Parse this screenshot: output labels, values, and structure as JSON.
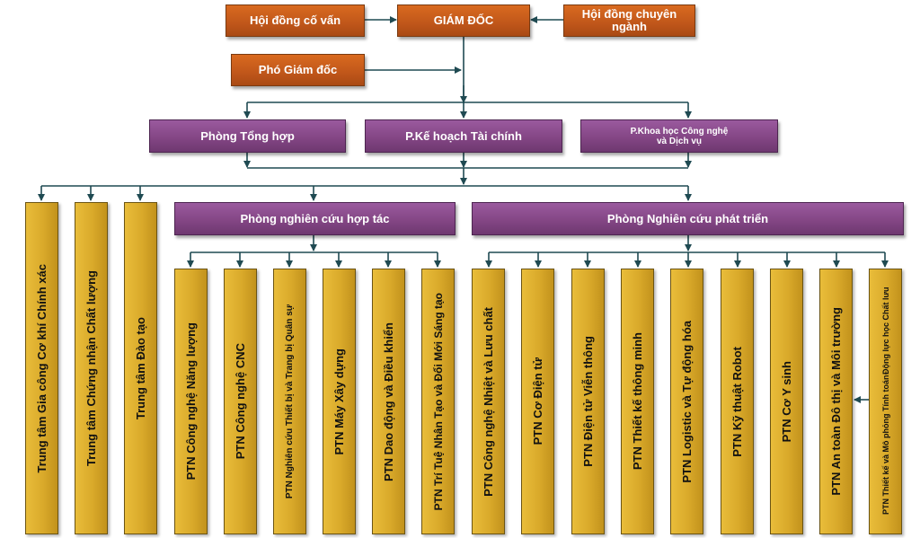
{
  "top": {
    "advisory_council": "Hội đồng cố vấn",
    "director": "GIÁM ĐỐC",
    "specialist_council_line1": "Hội đồng chuyên",
    "specialist_council_line2": "ngành",
    "deputy_director": "Phó Giám đốc"
  },
  "departments": {
    "general": "Phòng Tổng hợp",
    "finance": "P.Kế hoạch Tài chính",
    "science_line1": "P.Khoa học Công nghệ",
    "science_line2": "và Dịch vụ"
  },
  "centers": [
    "Trung tâm Gia công Cơ khí Chính xác",
    "Trung tâm Chứng nhận Chất lượng",
    "Trung tâm Đào tạo"
  ],
  "cooperation": {
    "title": "Phòng nghiên cứu hợp tác",
    "labs": [
      "PTN Công nghệ Năng lượng",
      "PTN Công nghệ CNC",
      "PTN Nghiên cứu Thiết bị và Trang bị Quân sự",
      "PTN Máy Xây dựng",
      "PTN Dao động và Điều khiển",
      "PTN Trí Tuệ Nhân Tạo và Đổi Mới Sáng tạo"
    ]
  },
  "development": {
    "title": "Phòng Nghiên cứu phát triển",
    "labs": [
      "PTN Công nghệ Nhiệt và Lưu chất",
      "PTN Cơ Điện tử",
      "PTN Điện tử Viễn thông",
      "PTN Thiết kế thông minh",
      "PTN Logistic và Tự động hóa",
      "PTN Kỹ thuật Robot",
      "PTN Cơ Y sinh",
      "PTN An toàn Đô thị và Môi trường"
    ],
    "last_lab_line1": "PTN Thiết kế và Mô phỏng Tính toán",
    "last_lab_line2": "Động lực học Chất lưu"
  },
  "colors": {
    "connector": "#1f4a52",
    "orange": "#c0561a",
    "purple": "#844685",
    "gold": "#d9a92a"
  }
}
